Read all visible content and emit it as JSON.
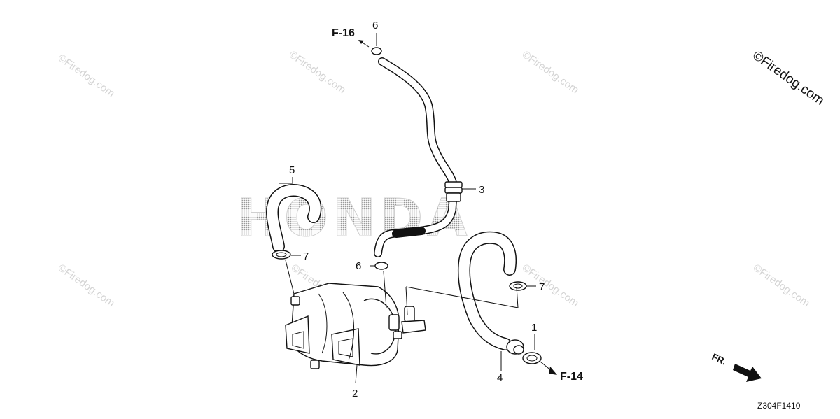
{
  "diagram": {
    "callouts": {
      "c1": "1",
      "c2": "2",
      "c3": "3",
      "c4": "4",
      "c5": "5",
      "c6a": "6",
      "c6b": "6",
      "c7a": "7",
      "c7b": "7"
    },
    "refs": {
      "f16": "F-16",
      "f14": "F-14"
    },
    "direction_label": "FR.",
    "diagram_code": "Z304F1410",
    "brand_watermark": "HONDA",
    "copyright_watermark": "©Firedog.com",
    "colors": {
      "ink": "#111111",
      "background": "#ffffff",
      "watermark": "#d4d4d4"
    }
  }
}
